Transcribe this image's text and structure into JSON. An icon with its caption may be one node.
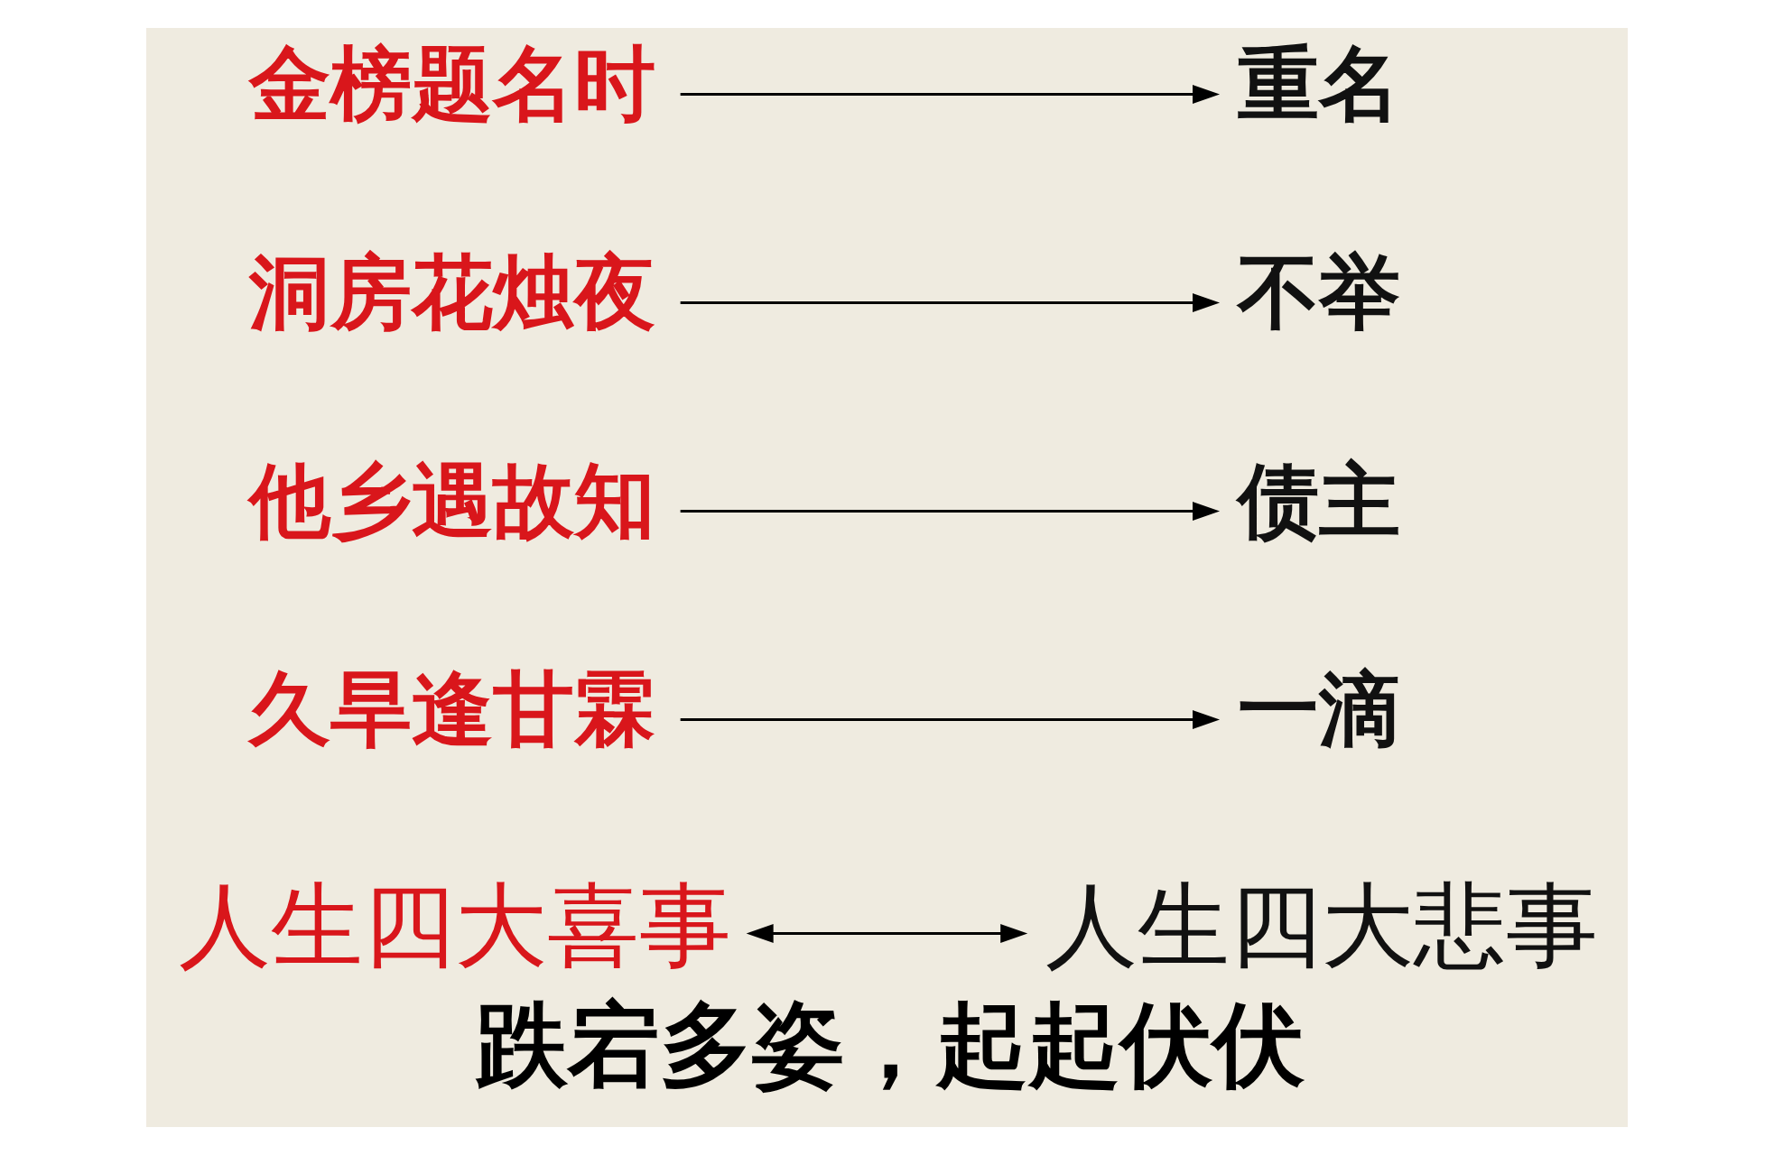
{
  "diagram": {
    "caption": "跌宕多姿，起起伏伏",
    "nodes": [
      {
        "text": [
          "人生四大喜事"
        ]
      },
      {
        "text": [
          "人生四大悲事"
        ]
      },
      {
        "text": [
          "久旱逢甘霖"
        ]
      },
      {
        "text": [
          "一滴"
        ]
      },
      {
        "text": [
          "他乡遇故知"
        ]
      },
      {
        "text": [
          "债主"
        ]
      },
      {
        "text": [
          "洞房花烛夜"
        ]
      },
      {
        "text": [
          "不举"
        ]
      },
      {
        "text": [
          "金榜题名时"
        ]
      },
      {
        "text": [
          "重名"
        ]
      }
    ],
    "edges": [
      {
        "from": 0,
        "to": 1,
        "arrow": "both"
      },
      {
        "from": 2,
        "to": 3,
        "arrow": "to"
      },
      {
        "from": 4,
        "to": 5,
        "arrow": "to"
      },
      {
        "from": 6,
        "to": 7,
        "arrow": "to"
      },
      {
        "from": 8,
        "to": 9,
        "arrow": "to"
      }
    ]
  }
}
